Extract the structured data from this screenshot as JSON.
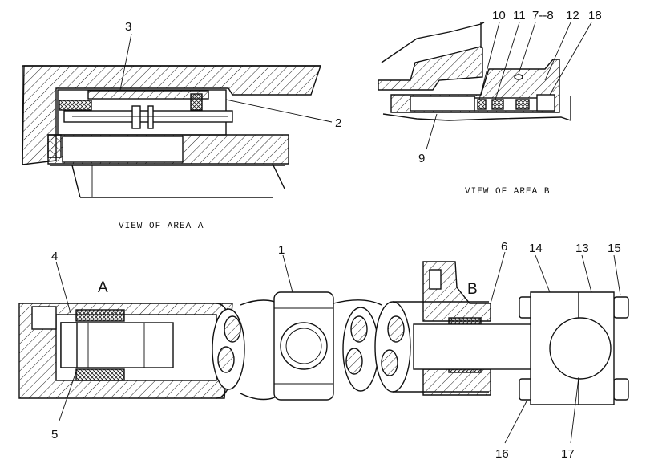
{
  "views": {
    "area_a_caption": "VIEW OF AREA A",
    "area_b_caption": "VIEW OF AREA B"
  },
  "area_markers": {
    "a": "A",
    "b": "B"
  },
  "callouts": {
    "c1": "1",
    "c2": "2",
    "c3": "3",
    "c4": "4",
    "c5": "5",
    "c6": "6",
    "c7_8": "7--8",
    "c9": "9",
    "c10": "10",
    "c11": "11",
    "c12": "12",
    "c13": "13",
    "c14": "14",
    "c15": "15",
    "c16": "16",
    "c17": "17",
    "c18": "18"
  }
}
